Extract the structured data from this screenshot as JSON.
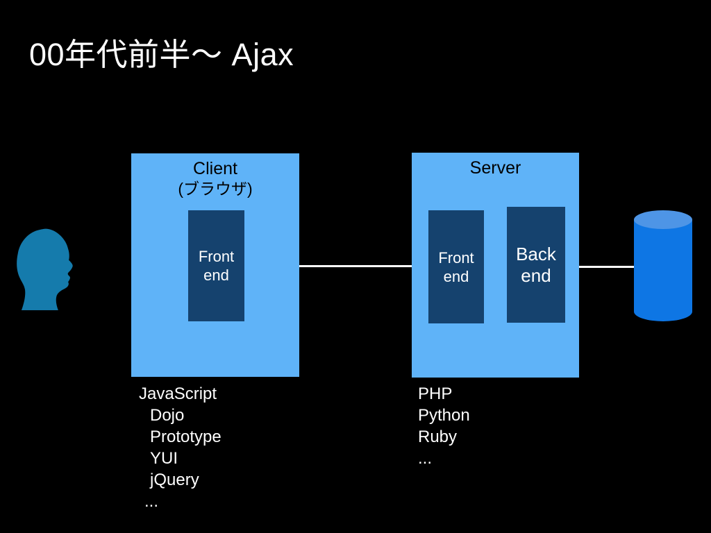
{
  "slide": {
    "title": "00年代前半～ Ajax"
  },
  "client": {
    "title": "Client",
    "subtitle": "(ブラウザ)",
    "frontend_label": "Front end",
    "tech_items": [
      "JavaScript",
      "Dojo",
      "Prototype",
      "YUI",
      "jQuery",
      "..."
    ]
  },
  "server": {
    "title": "Server",
    "frontend_label": "Front end",
    "backend_label": "Back end",
    "tech_items": [
      "PHP",
      "Python",
      "Ruby",
      "..."
    ]
  },
  "icons": {
    "user": "user-silhouette-icon",
    "database": "database-cylinder-icon"
  },
  "colors": {
    "background": "#000000",
    "box_light_blue": "#5FB3F8",
    "box_navy": "#15426E",
    "silhouette_teal": "#157BAC",
    "db_body": "#0E76E4",
    "db_top": "#4E95E6",
    "connector": "#FFFFFF",
    "title_text": "#FFFFFF",
    "box_text": "#000000",
    "list_text": "#FFFFFF"
  }
}
